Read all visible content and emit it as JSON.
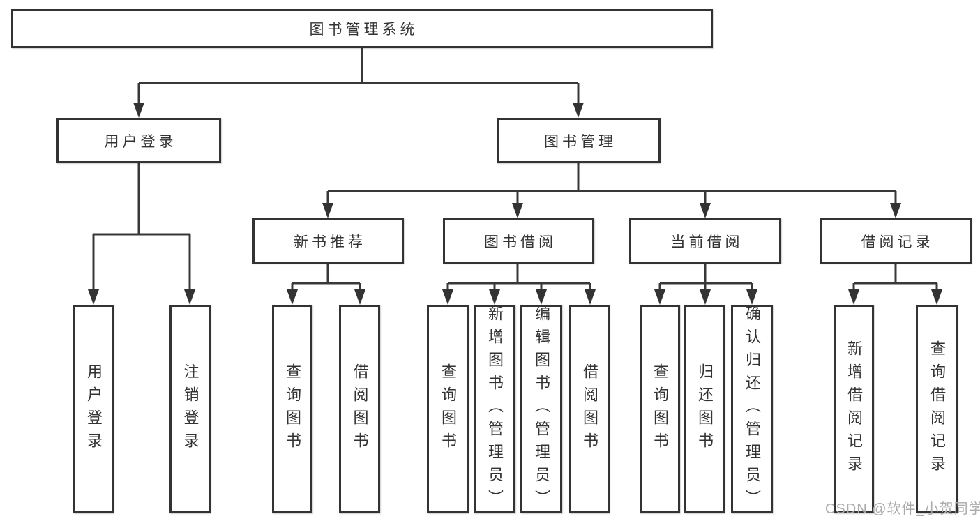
{
  "diagram": {
    "title_node": {
      "label": "图书管理系统"
    },
    "level2": [
      {
        "label": "用户登录"
      },
      {
        "label": "图书管理"
      }
    ],
    "level3": [
      {
        "label": "新书推荐"
      },
      {
        "label": "图书借阅"
      },
      {
        "label": "当前借阅"
      },
      {
        "label": "借阅记录"
      }
    ],
    "leaves": {
      "user_login": [
        {
          "label": "用户登录"
        },
        {
          "label": "注销登录"
        }
      ],
      "new_book_recommend": [
        {
          "label": "查询图书"
        },
        {
          "label": "借阅图书"
        }
      ],
      "book_borrow": [
        {
          "label": "查询图书"
        },
        {
          "label": "新增图书（管理员）"
        },
        {
          "label": "编辑图书（管理员）"
        },
        {
          "label": "借阅图书"
        }
      ],
      "current_borrow": [
        {
          "label": "查询图书"
        },
        {
          "label": "归还图书"
        },
        {
          "label": "确认归还（管理员）"
        }
      ],
      "borrow_records": [
        {
          "label": "新增借阅记录"
        },
        {
          "label": "查询借阅记录"
        }
      ]
    },
    "watermark": "CSDN @软件_小贺同学",
    "colors": {
      "line": "#383838",
      "box_border": "#333333",
      "text": "#333333",
      "watermark": "#ababab",
      "background": "#ffffff"
    }
  }
}
